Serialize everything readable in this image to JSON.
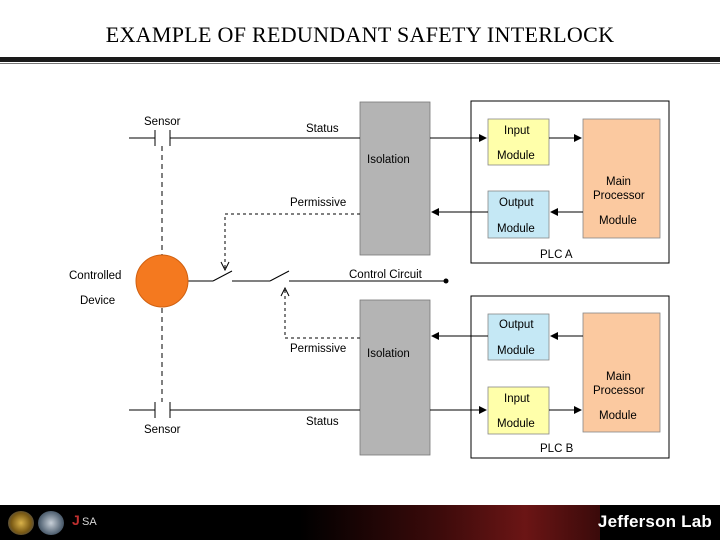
{
  "title": "EXAMPLE OF REDUNDANT SAFETY INTERLOCK",
  "diagram": {
    "sensor_top": "Sensor",
    "sensor_bottom": "Sensor",
    "status_top": "Status",
    "status_bottom": "Status",
    "permissive_top": "Permissive",
    "permissive_bottom": "Permissive",
    "isolation_top": "Isolation",
    "isolation_bottom": "Isolation",
    "controlled_device_line1": "Controlled",
    "controlled_device_line2": "Device",
    "control_circuit": "Control Circuit",
    "plc_a": {
      "label": "PLC A",
      "input_line1": "Input",
      "input_line2": "Module",
      "output_line1": "Output",
      "output_line2": "Module",
      "main_line1": "Main",
      "main_line2": "Processor",
      "main_line3": "Module"
    },
    "plc_b": {
      "label": "PLC B",
      "output_line1": "Output",
      "output_line2": "Module",
      "input_line1": "Input",
      "input_line2": "Module",
      "main_line1": "Main",
      "main_line2": "Processor",
      "main_line3": "Module"
    }
  },
  "footer": {
    "jsa_j": "J",
    "jsa_sa": "SA",
    "org_name": "Jefferson Lab"
  },
  "colors": {
    "input_module": "#ffffaa",
    "output_module": "#c5e8f5",
    "main_processor": "#fbc9a0",
    "isolation": "#b4b4b4",
    "controlled_device": "#f4791f"
  }
}
